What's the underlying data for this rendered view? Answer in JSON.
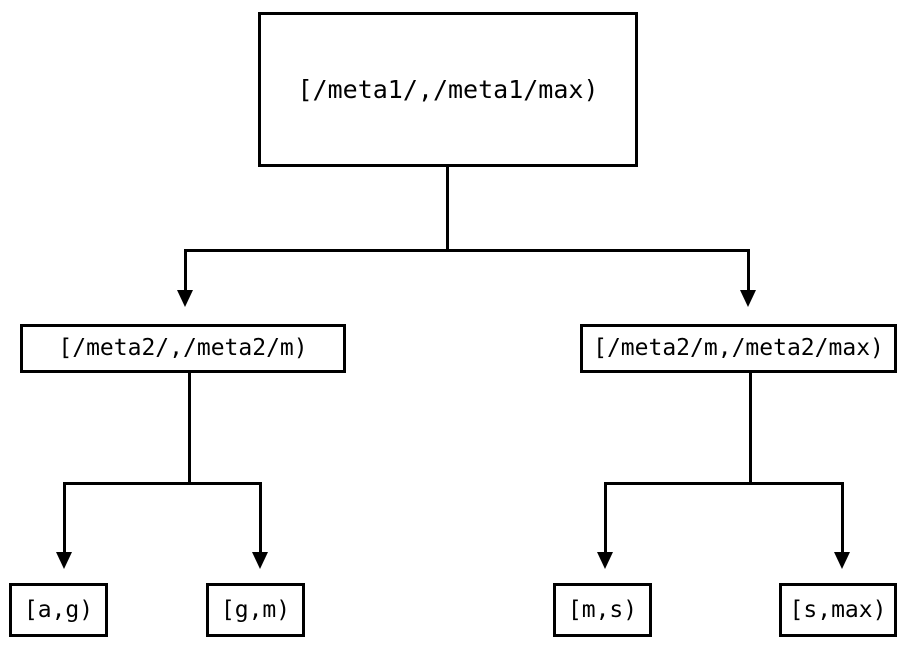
{
  "diagram": {
    "type": "tree",
    "orientation": "top-down",
    "background_color": "#ffffff",
    "line_color": "#000000",
    "text_color": "#000000",
    "levels": 3,
    "nodes": {
      "root": {
        "label": "[/meta1/,/meta1/max)"
      },
      "mid_left": {
        "label": "[/meta2/,/meta2/m)"
      },
      "mid_right": {
        "label": "[/meta2/m,/meta2/max)"
      },
      "leaf_ag": {
        "label": "[a,g)"
      },
      "leaf_gm": {
        "label": "[g,m)"
      },
      "leaf_ms": {
        "label": "[m,s)"
      },
      "leaf_smax": {
        "label": "[s,max)"
      }
    },
    "edges": [
      {
        "from": "root",
        "to": "mid_left",
        "arrow": "filled-triangle-down"
      },
      {
        "from": "root",
        "to": "mid_right",
        "arrow": "filled-triangle-down"
      },
      {
        "from": "mid_left",
        "to": "leaf_ag",
        "arrow": "filled-triangle-down"
      },
      {
        "from": "mid_left",
        "to": "leaf_gm",
        "arrow": "filled-triangle-down"
      },
      {
        "from": "mid_right",
        "to": "leaf_ms",
        "arrow": "filled-triangle-down"
      },
      {
        "from": "mid_right",
        "to": "leaf_smax",
        "arrow": "filled-triangle-down"
      }
    ]
  }
}
